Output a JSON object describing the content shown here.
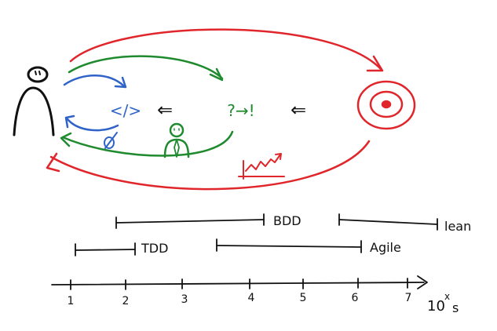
{
  "colors": {
    "black": "#111111",
    "red": "#e0262b",
    "green": "#1f8a2e",
    "blue": "#2f63c9"
  },
  "icons": [
    "person-icon",
    "developer-icon",
    "target-icon",
    "growth-chart-icon",
    "code-icon",
    "bug-icon"
  ],
  "flow": {
    "code": "</>",
    "question": "?→!",
    "left_arrow_1": "⇐",
    "left_arrow_2": "⇐"
  },
  "ranges": {
    "bdd": "BDD",
    "lean": "lean",
    "tdd": "TDD",
    "agile": "Agile"
  },
  "axis": {
    "ticks": [
      "1",
      "2",
      "3",
      "4",
      "5",
      "6",
      "7"
    ],
    "unit": "10",
    "unit_exp": "x",
    "unit_suffix": "s"
  }
}
